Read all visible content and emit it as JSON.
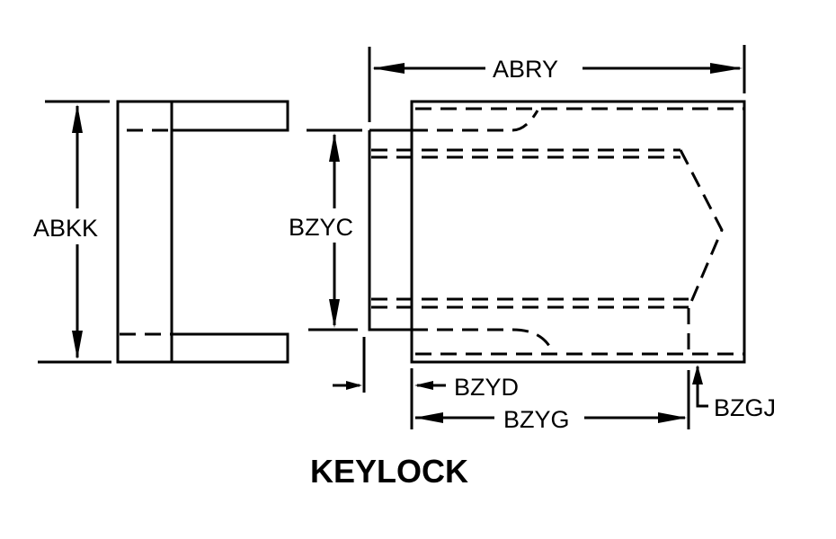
{
  "drawing": {
    "title": "KEYLOCK",
    "dimensions": {
      "abkk": "ABKK",
      "abry": "ABRY",
      "bzyc": "BZYC",
      "bzyd": "BZYD",
      "bzyg": "BZYG",
      "bzgj": "BZGJ"
    },
    "colors": {
      "line": "#000000",
      "background": "#ffffff"
    }
  }
}
